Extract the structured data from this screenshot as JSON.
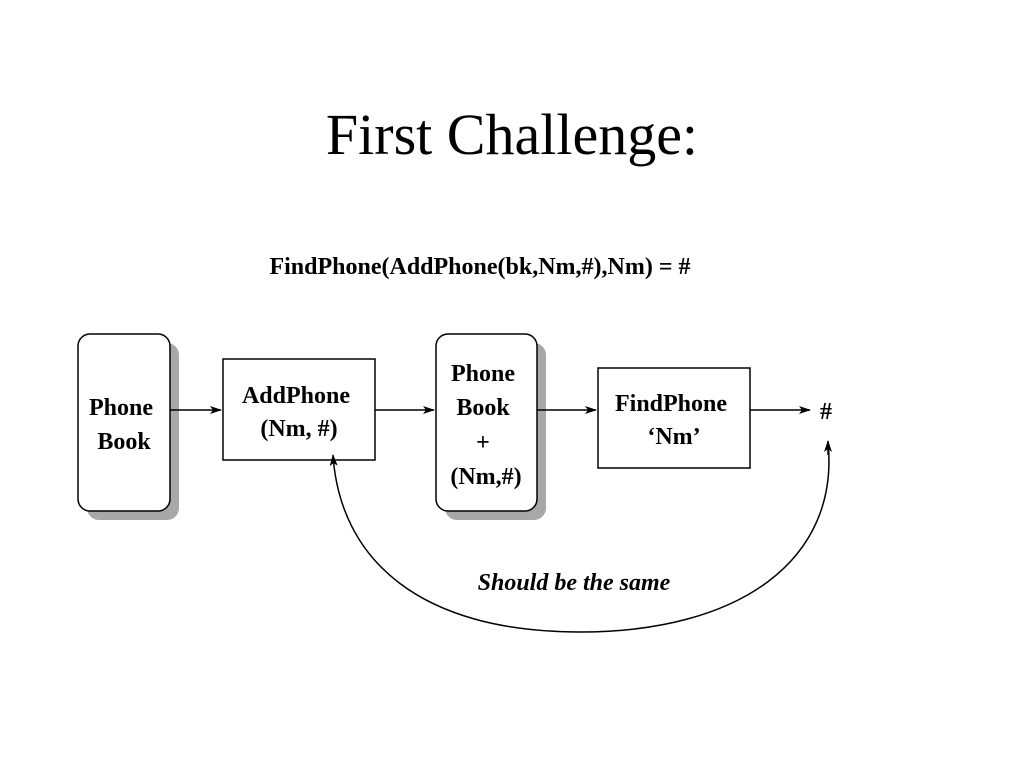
{
  "slide": {
    "title": "First Challenge:",
    "formula": "FindPhone(AddPhone(bk,Nm,#),Nm) = #"
  },
  "diagram": {
    "phone_book": [
      "Phone",
      "Book"
    ],
    "add_phone": [
      "AddPhone",
      "(Nm, #)"
    ],
    "phone_book_plus": [
      "Phone",
      "Book",
      "+",
      "(Nm,#)"
    ],
    "find_phone": [
      "FindPhone",
      "‘Nm’"
    ],
    "result": "#",
    "note": "Should be the same"
  },
  "colors": {
    "shadow": "#a8a8a8",
    "stroke": "#000000",
    "background": "#ffffff"
  }
}
